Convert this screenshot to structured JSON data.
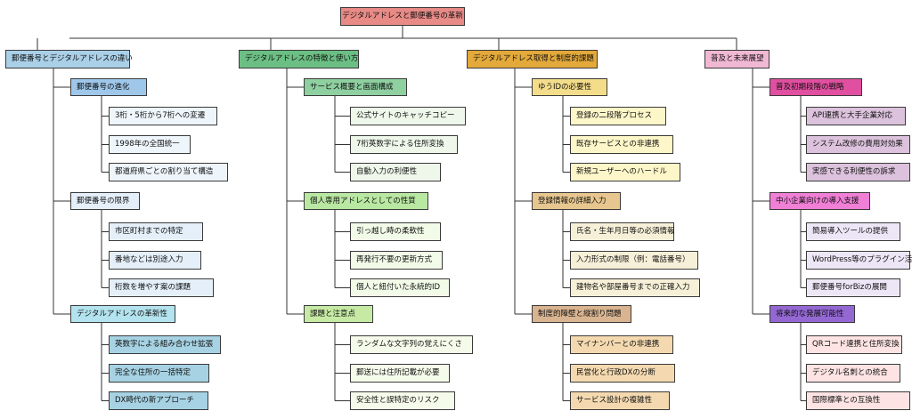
{
  "root": {
    "label": "デジタルアドレスと郵便番号の革新",
    "color": "#e88a86"
  },
  "branches": [
    {
      "label": "郵便番号とデジタルアドレスの違い",
      "color": "#aad0e8",
      "groups": [
        {
          "label": "郵便番号の進化",
          "color": "#9ec7ea",
          "leaves": [
            "3桁・5桁から7桁への変遷",
            "1998年の全国統一",
            "都道府県ごとの割り当て構造"
          ],
          "leafColor": "#eef5fb"
        },
        {
          "label": "郵便番号の限界",
          "color": "#e4eff9",
          "leaves": [
            "市区町村までの特定",
            "番地などは別途入力",
            "桁数を増やす案の課題"
          ],
          "leafColor": "#e4eff9"
        },
        {
          "label": "デジタルアドレスの革新性",
          "color": "#b3e3ee",
          "leaves": [
            "英数字による組み合わせ拡張",
            "完全な住所の一括特定",
            "DX時代の新アプローチ"
          ],
          "leafColor": "#a6d2e3"
        }
      ]
    },
    {
      "label": "デジタルアドレスの特徴と使い方",
      "color": "#6cbf84",
      "groups": [
        {
          "label": "サービス概要と画面構成",
          "color": "#8ed0a0",
          "leaves": [
            "公式サイトのキャッチコピー",
            "7桁英数字による住所変換",
            "自動入力の利便性"
          ],
          "leafColor": "#eef7ea"
        },
        {
          "label": "個人専用アドレスとしての性質",
          "color": "#b9e8a2",
          "leaves": [
            "引っ越し時の柔軟性",
            "再発行不要の更新方式",
            "個人と紐付いた永続的ID"
          ],
          "leafColor": "#f1fbe8"
        },
        {
          "label": "課題と注意点",
          "color": "#c6eaa4",
          "leaves": [
            "ランダムな文字列の覚えにくさ",
            "郵送には住所記載が必要",
            "安全性と誤特定のリスク"
          ],
          "leafColor": "#f5fbea"
        }
      ]
    },
    {
      "label": "デジタルアドレス取得と制度的課題",
      "color": "#e3a93a",
      "groups": [
        {
          "label": "ゆうIDの必要性",
          "color": "#f4dd8a",
          "leaves": [
            "登録の二段階プロセス",
            "既存サービスとの非連携",
            "新規ユーザーへのハードル"
          ],
          "leafColor": "#fdf6c8"
        },
        {
          "label": "登録情報の詳細入力",
          "color": "#e7c78f",
          "leaves": [
            "氏名・生年月日等の必須情報",
            "入力形式の制限（例：電話番号）",
            "建物名や部屋番号までの正確入力"
          ],
          "leafColor": "#f7f0d8"
        },
        {
          "label": "制度的障壁と縦割り問題",
          "color": "#d9b490",
          "leaves": [
            "マイナンバーとの非連携",
            "民営化と行政DXの分断",
            "サービス設計の複雑性"
          ],
          "leafColor": "#f4d9b0"
        }
      ]
    },
    {
      "label": "普及と未来展望",
      "color": "#f1b8d4",
      "groups": [
        {
          "label": "普及初期段階の戦略",
          "color": "#e04fa0",
          "leaves": [
            "API連携と大手企業対応",
            "システム改修の費用対効果",
            "実感できる利便性の訴求"
          ],
          "leafColor": "#dcc2dc"
        },
        {
          "label": "中小企業向けの導入支援",
          "color": "#f07fd6",
          "leaves": [
            "簡易導入ツールの提供",
            "WordPress等のプラグイン活用",
            "郵便番号forBizの展開"
          ],
          "leafColor": "#ece6f6"
        },
        {
          "label": "将来的な発展可能性",
          "color": "#9468d3",
          "leaves": [
            "QRコード連携と住所変換",
            "デジタル名刺との統合",
            "国際標準との互換性"
          ],
          "leafColor": "#fde3e3"
        }
      ]
    }
  ]
}
